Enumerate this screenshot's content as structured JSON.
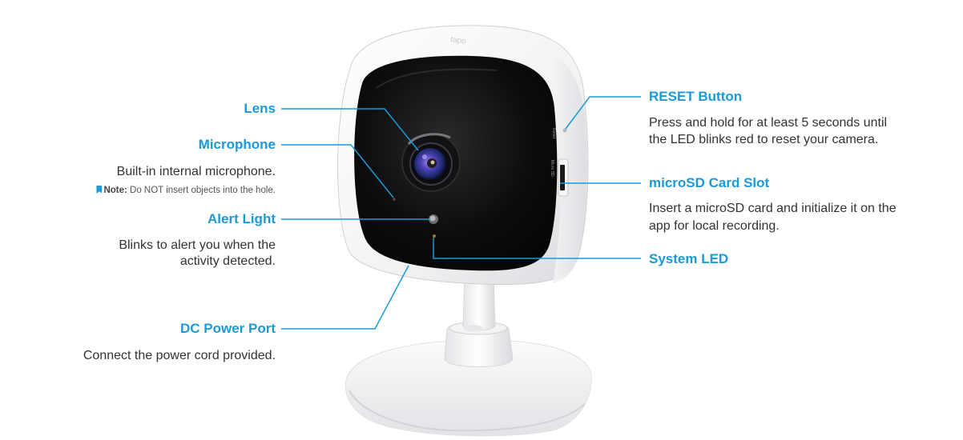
{
  "diagram": {
    "subject": "Indoor security camera (Tapo) with stand",
    "accent_color": "#1b9ad8",
    "text_color": "#333333",
    "camera_logo": "tapo",
    "left_callouts": [
      {
        "id": "lens",
        "title": "Lens",
        "description": []
      },
      {
        "id": "microphone",
        "title": "Microphone",
        "description": [
          "Built-in internal microphone."
        ],
        "note": {
          "label": "Note:",
          "text": "Do NOT insert objects into the hole."
        }
      },
      {
        "id": "alert-light",
        "title": "Alert Light",
        "description": [
          "Blinks to alert you when the",
          "activity detected."
        ]
      },
      {
        "id": "dc-power-port",
        "title": "DC Power Port",
        "description": [
          "Connect the power cord provided."
        ]
      }
    ],
    "right_callouts": [
      {
        "id": "reset-button",
        "title": "RESET Button",
        "description": [
          "Press and hold for at least 5 seconds until",
          "the LED blinks red to reset your camera."
        ]
      },
      {
        "id": "microsd-card-slot",
        "title": "microSD Card Slot",
        "description": [
          "Insert a microSD card and initialize it on the",
          "app for local recording."
        ]
      },
      {
        "id": "system-led",
        "title": "System LED",
        "description": []
      }
    ]
  }
}
